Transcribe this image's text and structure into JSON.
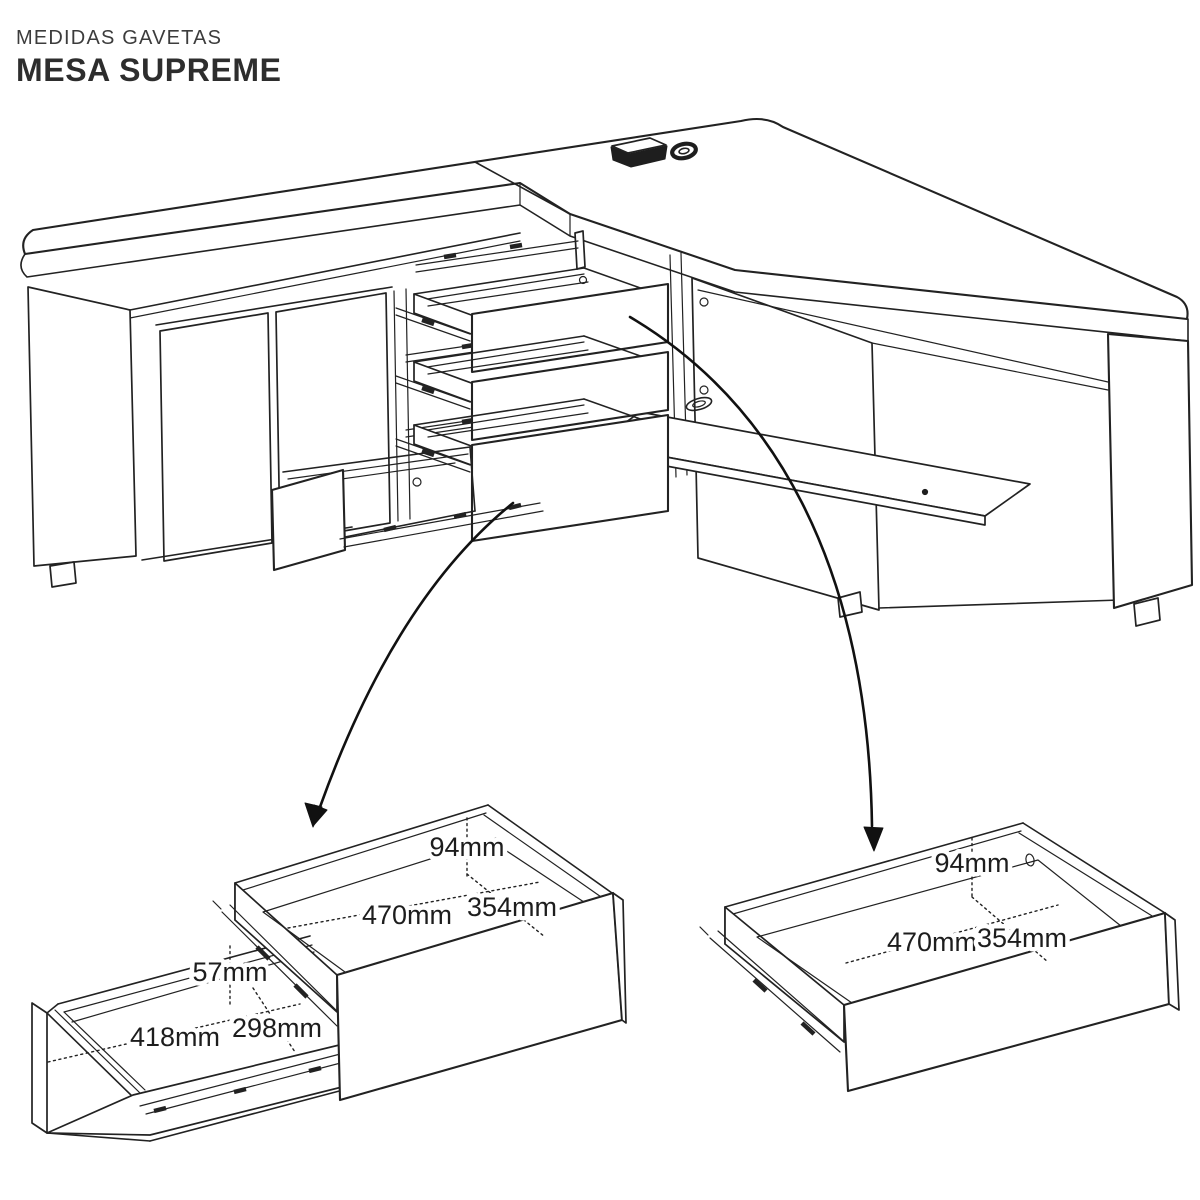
{
  "header": {
    "subtitle": "MEDIDAS GAVETAS",
    "title": "MESA SUPREME"
  },
  "details": {
    "left": {
      "large_drawer": {
        "height": "94mm",
        "width": "470mm",
        "depth": "354mm"
      },
      "slim_drawer": {
        "height": "57mm",
        "width": "418mm",
        "depth": "298mm"
      }
    },
    "right": {
      "large_drawer": {
        "height": "94mm",
        "width": "470mm",
        "depth": "354mm"
      }
    }
  },
  "icons": {
    "arrow_to_left_detail": "curved-arrow-down",
    "arrow_to_right_detail": "curved-arrow-down"
  },
  "colors": {
    "line": "#222222",
    "text": "#1d1d1d",
    "background": "#ffffff"
  }
}
